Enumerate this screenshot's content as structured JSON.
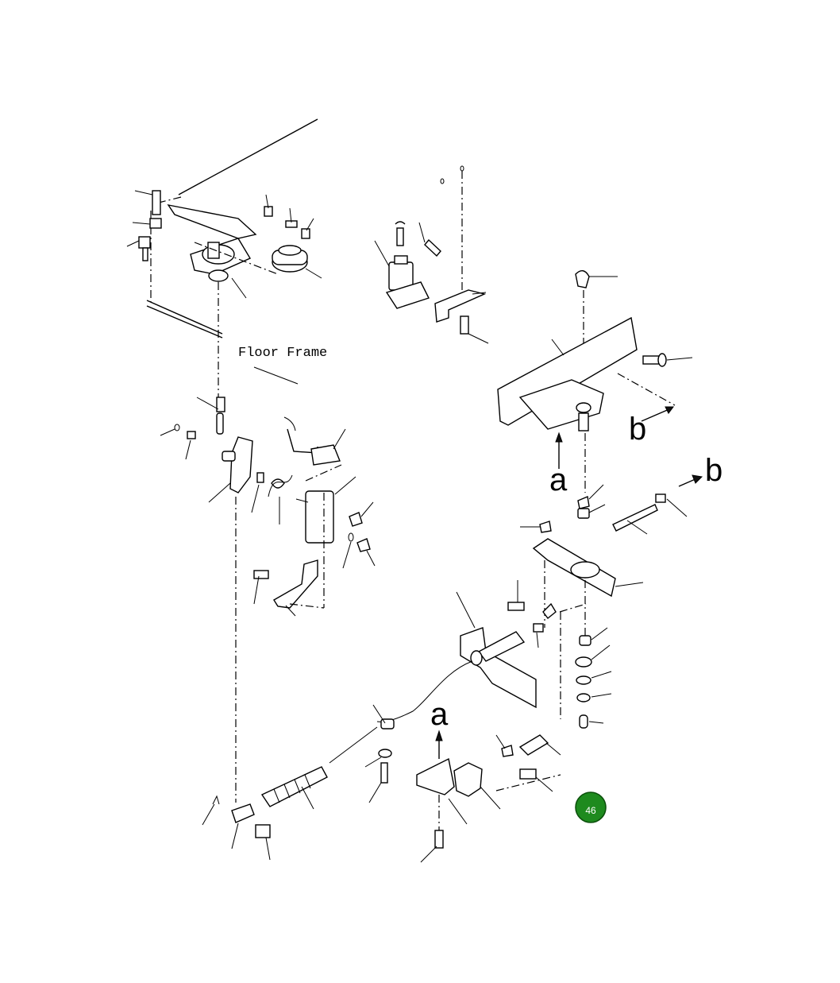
{
  "diagram": {
    "labels": {
      "floor_frame": "Floor Frame",
      "a_upper": "a",
      "a_lower": "a",
      "b_left": "b",
      "b_right": "b"
    },
    "page_badge": {
      "text": "46",
      "color": "#1e8a1e"
    }
  }
}
